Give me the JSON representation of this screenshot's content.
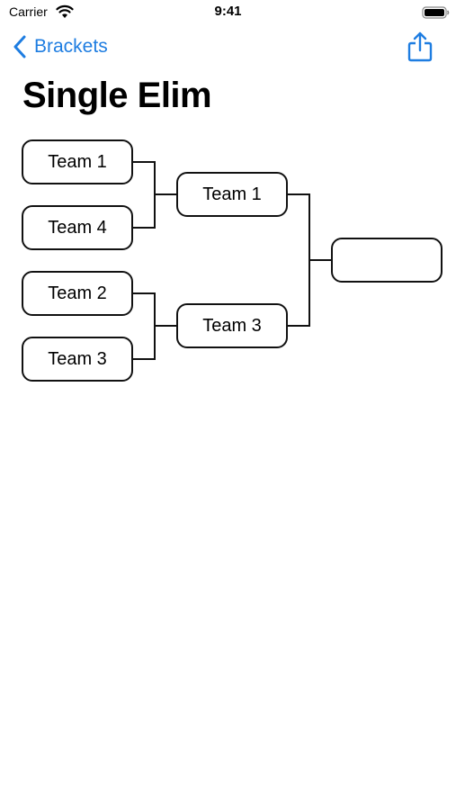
{
  "status_bar": {
    "carrier": "Carrier",
    "time": "9:41"
  },
  "nav": {
    "back_label": "Brackets",
    "back_icon": "chevron-left-icon",
    "share_icon": "share-icon",
    "accent_color": "#1e7de1"
  },
  "page": {
    "title": "Single Elim"
  },
  "bracket": {
    "round1": [
      {
        "team": "Team 1"
      },
      {
        "team": "Team 4"
      },
      {
        "team": "Team 2"
      },
      {
        "team": "Team 3"
      }
    ],
    "round2": [
      {
        "team": "Team 1"
      },
      {
        "team": "Team 3"
      }
    ],
    "final": [
      {
        "team": ""
      }
    ]
  }
}
